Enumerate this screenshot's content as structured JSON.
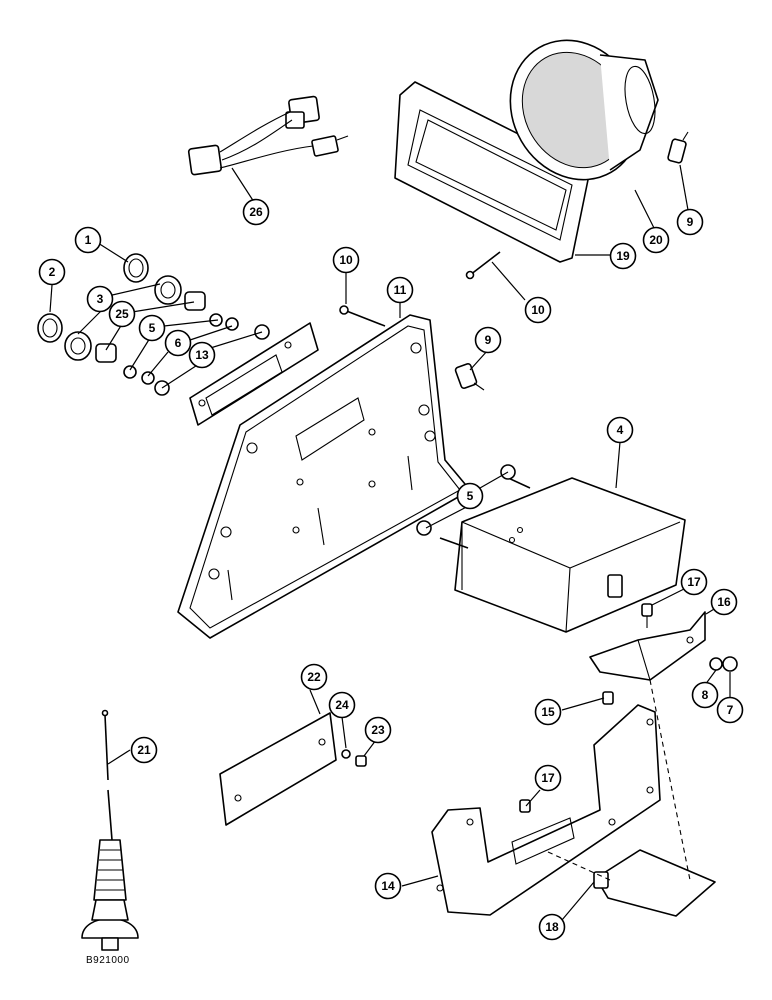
{
  "figure_id": "B921000",
  "callouts": [
    {
      "id": "c1",
      "label": "1"
    },
    {
      "id": "c2",
      "label": "2"
    },
    {
      "id": "c3",
      "label": "3"
    },
    {
      "id": "c25",
      "label": "25"
    },
    {
      "id": "c5a",
      "label": "5"
    },
    {
      "id": "c6",
      "label": "6"
    },
    {
      "id": "c13",
      "label": "13"
    },
    {
      "id": "c10a",
      "label": "10"
    },
    {
      "id": "c11",
      "label": "11"
    },
    {
      "id": "c26",
      "label": "26"
    },
    {
      "id": "c19",
      "label": "19"
    },
    {
      "id": "c20",
      "label": "20"
    },
    {
      "id": "c9a",
      "label": "9"
    },
    {
      "id": "c10b",
      "label": "10"
    },
    {
      "id": "c9b",
      "label": "9"
    },
    {
      "id": "c4",
      "label": "4"
    },
    {
      "id": "c5b",
      "label": "5"
    },
    {
      "id": "c17a",
      "label": "17"
    },
    {
      "id": "c16",
      "label": "16"
    },
    {
      "id": "c8",
      "label": "8"
    },
    {
      "id": "c7",
      "label": "7"
    },
    {
      "id": "c22",
      "label": "22"
    },
    {
      "id": "c24",
      "label": "24"
    },
    {
      "id": "c23",
      "label": "23"
    },
    {
      "id": "c21",
      "label": "21"
    },
    {
      "id": "c15",
      "label": "15"
    },
    {
      "id": "c17b",
      "label": "17"
    },
    {
      "id": "c14",
      "label": "14"
    },
    {
      "id": "c18",
      "label": "18"
    }
  ]
}
